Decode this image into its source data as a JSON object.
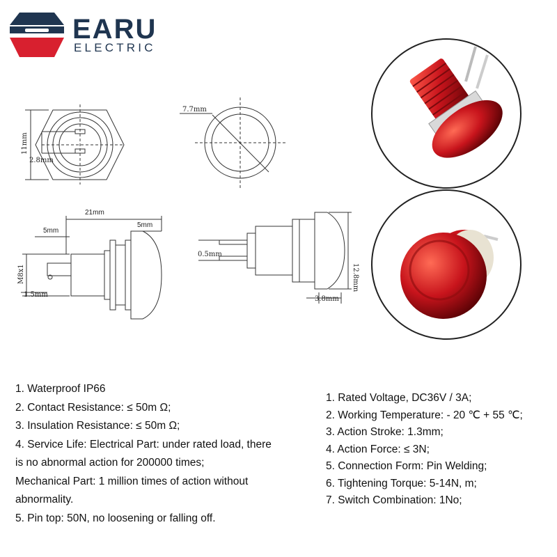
{
  "brand": {
    "name": "EARU",
    "subtitle": "ELECTRIC",
    "colors": {
      "navy": "#1f3550",
      "red": "#d8202f"
    }
  },
  "drawing_labels": {
    "top_left_height": "11mm",
    "top_left_pin": "2.8mm",
    "top_center_dia": "7.7mm",
    "side_total": "21mm",
    "side_left_5": "5mm",
    "side_right_5": "5mm",
    "side_thread": "M8x1",
    "side_pin": "1.5mm",
    "right_height": "12.8mm",
    "right_pin": "0.5mm",
    "right_cap": "3.8mm"
  },
  "photos": {
    "accent": "#c8141c"
  },
  "specs_left": [
    "1. Waterproof IP66",
    "2. Contact Resistance: ≤ 50m Ω;",
    "3. Insulation Resistance: ≤ 50m Ω;",
    "4. Service Life: Electrical Part: under rated load, there",
    "is no abnormal action for 200000 times;",
    "Mechanical Part: 1 million times of action without",
    "abnormality.",
    "5. Pin top: 50N, no loosening or falling off."
  ],
  "specs_right": [
    "1. Rated Voltage, DC36V / 3A;",
    "2. Working Temperature: - 20 ℃ + 55 ℃;",
    "3. Action Stroke: 1.3mm;",
    "4. Action Force: ≤ 3N;",
    "5. Connection Form: Pin Welding;",
    "6. Tightening Torque: 5-14N, m;",
    "7. Switch Combination: 1No;"
  ]
}
